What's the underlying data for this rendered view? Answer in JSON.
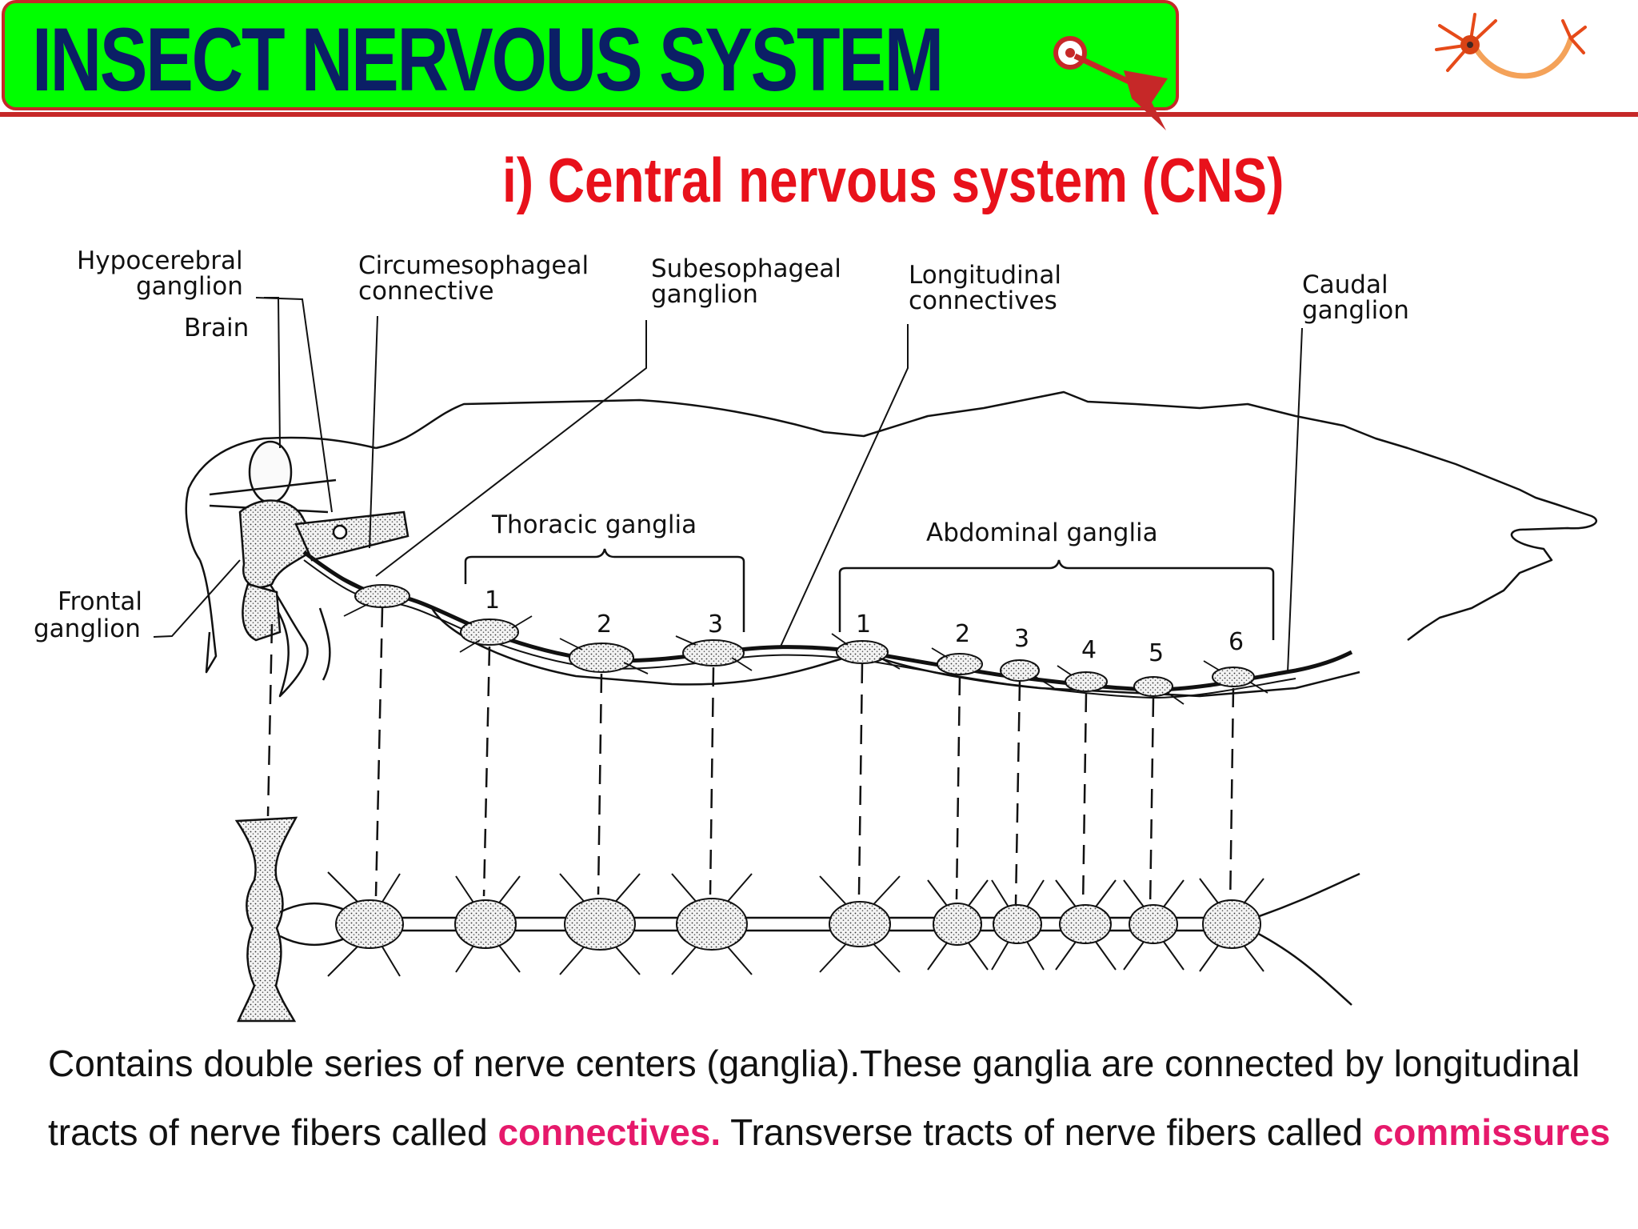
{
  "header": {
    "title": "INSECT NERVOUS SYSTEM",
    "colors": {
      "banner": "#00ff00",
      "title": "#0b1f66",
      "accent": "#c62828"
    }
  },
  "subtitle": "i) Central nervous system (CNS)",
  "diagram": {
    "labels": {
      "hypocerebral_1": "Hypocerebral",
      "hypocerebral_2": "ganglion",
      "brain": "Brain",
      "circum_1": "Circumesophageal",
      "circum_2": "connective",
      "subeso_1": "Subesophageal",
      "subeso_2": "ganglion",
      "longi_1": "Longitudinal",
      "longi_2": "connectives",
      "caudal_1": "Caudal",
      "caudal_2": "ganglion",
      "frontal_1": "Frontal",
      "frontal_2": "ganglion",
      "thoracic": "Thoracic ganglia",
      "abdominal": "Abdominal ganglia"
    },
    "thoracic_numbers": [
      "1",
      "2",
      "3"
    ],
    "abdominal_numbers": [
      "1",
      "2",
      "3",
      "4",
      "5",
      "6"
    ]
  },
  "body": {
    "part1": "Contains double series of nerve centers (ganglia).These ganglia are connected by longitudinal tracts of nerve fibers called ",
    "connectives": "connectives.",
    "part2": " Transverse tracts of nerve fibers called ",
    "commissures": "commissures",
    "highlight_color": "#e6196b"
  }
}
